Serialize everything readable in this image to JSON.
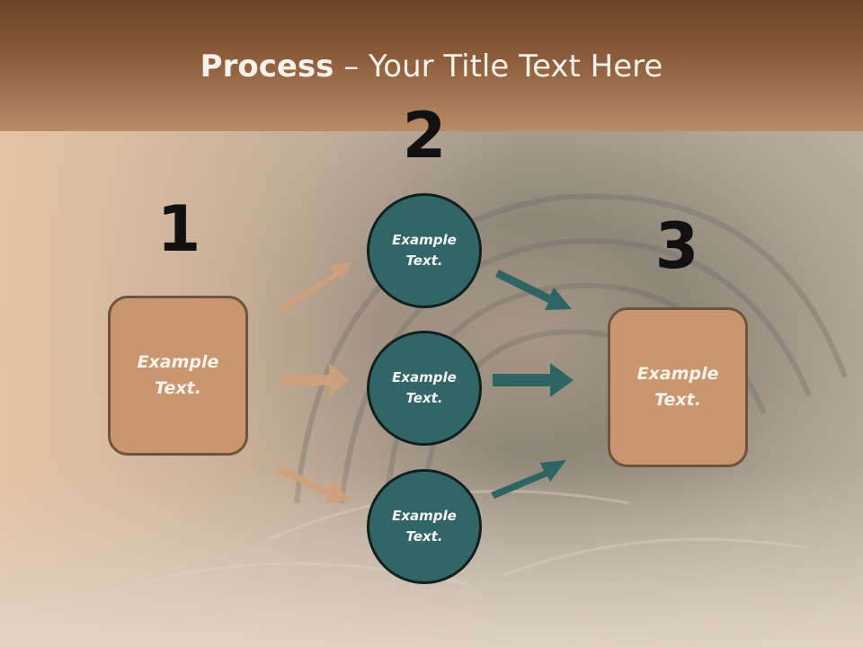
{
  "slide": {
    "title_bold": "Process",
    "title_dash": " – ",
    "title_rest": "Your Title Text Here"
  },
  "steps": {
    "one": "1",
    "two": "2",
    "three": "3"
  },
  "boxes": {
    "left_label": "Example Text.",
    "right_label": "Example Text."
  },
  "circles": [
    {
      "label": "Example Text."
    },
    {
      "label": "Example Text."
    },
    {
      "label": "Example Text."
    }
  ],
  "colors": {
    "header": "#8d5d3c",
    "box_fill": "#c9966f",
    "circle_fill": "#326565",
    "arrow_tan": "#d0a07c",
    "arrow_teal": "#2f6464"
  }
}
